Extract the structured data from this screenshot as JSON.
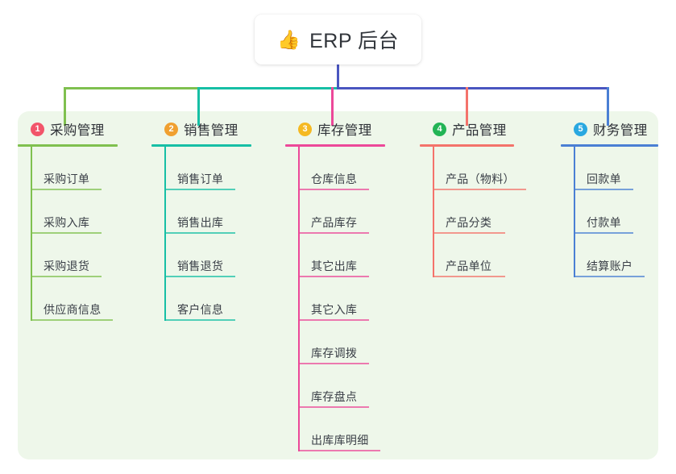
{
  "root": {
    "icon": "thumbs-up-emoji",
    "glyph": "👍",
    "title": "ERP 后台"
  },
  "panel": {
    "background_color": "#eef7ea"
  },
  "connector_colors": {
    "stem": "#4a56c0",
    "bar_green": "#7fc04f",
    "bar_teal": "#16bfa5",
    "bar_indigo": "#4a56c0"
  },
  "columns": [
    {
      "number": "1",
      "title": "采购管理",
      "badge_color": "#f2556a",
      "line_color": "#7fc04f",
      "head_rule_width": 124,
      "items": [
        {
          "label": "采购订单",
          "rule_width": 88
        },
        {
          "label": "采购入库",
          "rule_width": 88
        },
        {
          "label": "采购退货",
          "rule_width": 88
        },
        {
          "label": "供应商信息",
          "rule_width": 102
        }
      ]
    },
    {
      "number": "2",
      "title": "销售管理",
      "badge_color": "#f0a030",
      "line_color": "#16bfa5",
      "head_rule_width": 124,
      "items": [
        {
          "label": "销售订单",
          "rule_width": 88
        },
        {
          "label": "销售出库",
          "rule_width": 88
        },
        {
          "label": "销售退货",
          "rule_width": 88
        },
        {
          "label": "客户信息",
          "rule_width": 88
        }
      ]
    },
    {
      "number": "3",
      "title": "库存管理",
      "badge_color": "#f5b922",
      "line_color": "#ec4899",
      "head_rule_width": 124,
      "items": [
        {
          "label": "仓库信息",
          "rule_width": 88
        },
        {
          "label": "产品库存",
          "rule_width": 88
        },
        {
          "label": "其它出库",
          "rule_width": 88
        },
        {
          "label": "其它入库",
          "rule_width": 88
        },
        {
          "label": "库存调拨",
          "rule_width": 88
        },
        {
          "label": "库存盘点",
          "rule_width": 88
        },
        {
          "label": "出库库明细",
          "rule_width": 102
        }
      ]
    },
    {
      "number": "4",
      "title": "产品管理",
      "badge_color": "#22b455",
      "line_color": "#f4736b",
      "head_rule_width": 117,
      "items": [
        {
          "label": "产品（物料）",
          "rule_width": 116
        },
        {
          "label": "产品分类",
          "rule_width": 90
        },
        {
          "label": "产品单位",
          "rule_width": 90
        }
      ]
    },
    {
      "number": "5",
      "title": "财务管理",
      "badge_color": "#29a8e0",
      "line_color": "#4a7fd4",
      "head_rule_width": 121,
      "items": [
        {
          "label": "回款单",
          "rule_width": 74
        },
        {
          "label": "付款单",
          "rule_width": 74
        },
        {
          "label": "结算账户",
          "rule_width": 88
        }
      ]
    }
  ]
}
